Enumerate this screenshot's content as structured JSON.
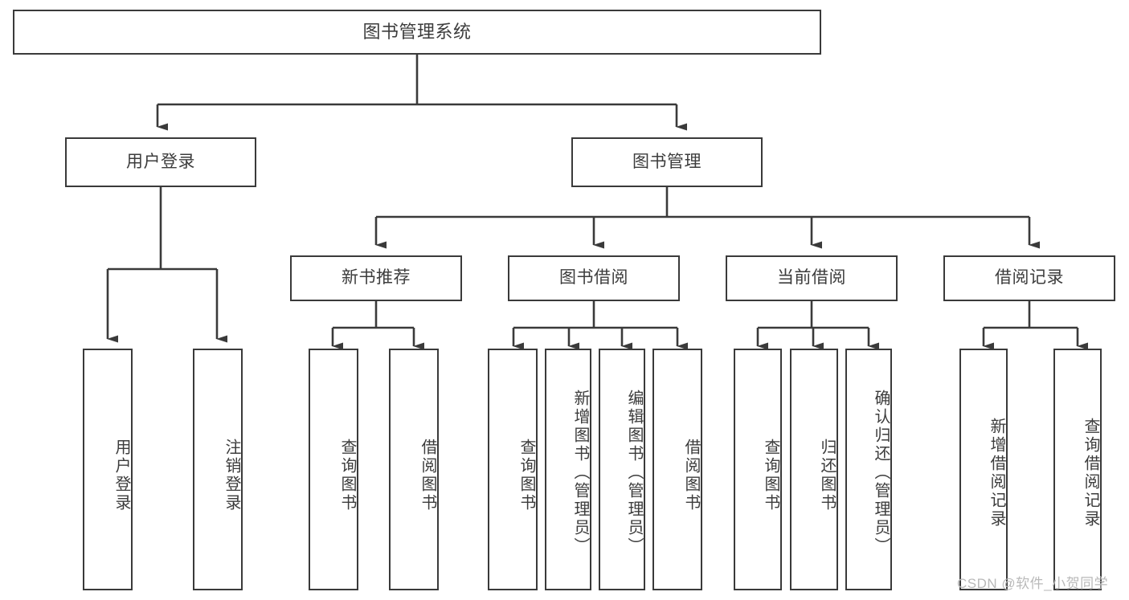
{
  "diagram": {
    "title": "图书管理系统",
    "watermark": "CSDN @软件_小贺同学",
    "line_color": "#3a3a3a",
    "box_fill": "#ffffff",
    "text_color": "#3c3c3c",
    "background": "#ffffff",
    "orientation": "top-down-tree"
  },
  "nodes": {
    "root": {
      "label": "图书管理系统"
    },
    "level1": [
      {
        "id": "user-login",
        "label": "用户登录"
      },
      {
        "id": "book-manage",
        "label": "图书管理"
      }
    ],
    "level2": [
      {
        "id": "new-book-rec",
        "label": "新书推荐",
        "parent": "book-manage"
      },
      {
        "id": "book-borrow",
        "label": "图书借阅",
        "parent": "book-manage"
      },
      {
        "id": "current-borrow",
        "label": "当前借阅",
        "parent": "book-manage"
      },
      {
        "id": "borrow-record",
        "label": "借阅记录",
        "parent": "book-manage"
      }
    ],
    "leaves": {
      "user-login": [
        {
          "id": "leaf-user-login",
          "label": "用户登录"
        },
        {
          "id": "leaf-logout",
          "label": "注销登录"
        }
      ],
      "new-book-rec": [
        {
          "id": "leaf-query-book-1",
          "label": "查询图书"
        },
        {
          "id": "leaf-borrow-book-1",
          "label": "借阅图书"
        }
      ],
      "book-borrow": [
        {
          "id": "leaf-query-book-2",
          "label": "查询图书"
        },
        {
          "id": "leaf-add-book",
          "label": "新增图书（管理员）"
        },
        {
          "id": "leaf-edit-book",
          "label": "编辑图书（管理员）"
        },
        {
          "id": "leaf-borrow-book-2",
          "label": "借阅图书"
        }
      ],
      "current-borrow": [
        {
          "id": "leaf-query-book-3",
          "label": "查询图书"
        },
        {
          "id": "leaf-return-book",
          "label": "归还图书"
        },
        {
          "id": "leaf-confirm-return",
          "label": "确认归还（管理员）"
        }
      ],
      "borrow-record": [
        {
          "id": "leaf-add-record",
          "label": "新增借阅记录"
        },
        {
          "id": "leaf-query-record",
          "label": "查询借阅记录"
        }
      ]
    }
  }
}
